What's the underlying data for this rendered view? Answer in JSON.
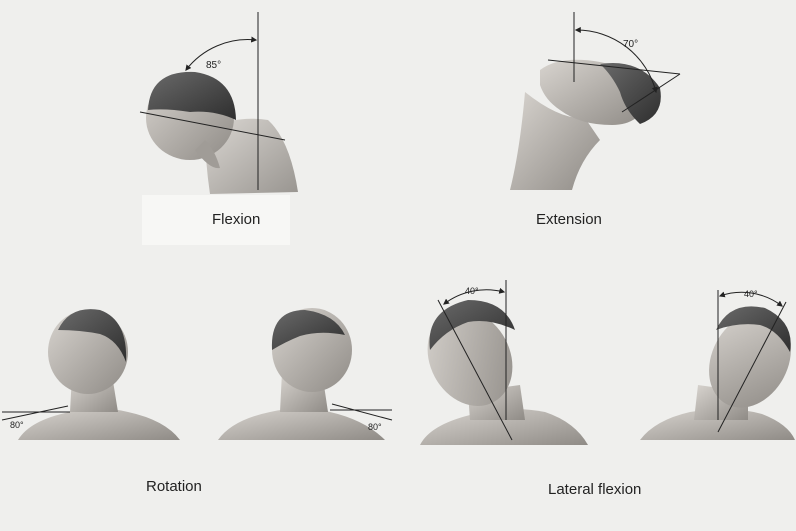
{
  "panels": {
    "flexion": {
      "caption": "Flexion",
      "angle_label": "85°"
    },
    "extension": {
      "caption": "Extension",
      "angle_label": "70°"
    },
    "rotation": {
      "caption": "Rotation",
      "left_angle_label": "80°",
      "right_angle_label": "80°"
    },
    "lateral_flexion": {
      "caption": "Lateral flexion",
      "left_angle_label": "40°",
      "right_angle_label": "40°"
    }
  },
  "colors": {
    "paper": "#efefed",
    "skin": "#c9c5c0",
    "hair": "#4a4a4a",
    "line": "#222222"
  }
}
